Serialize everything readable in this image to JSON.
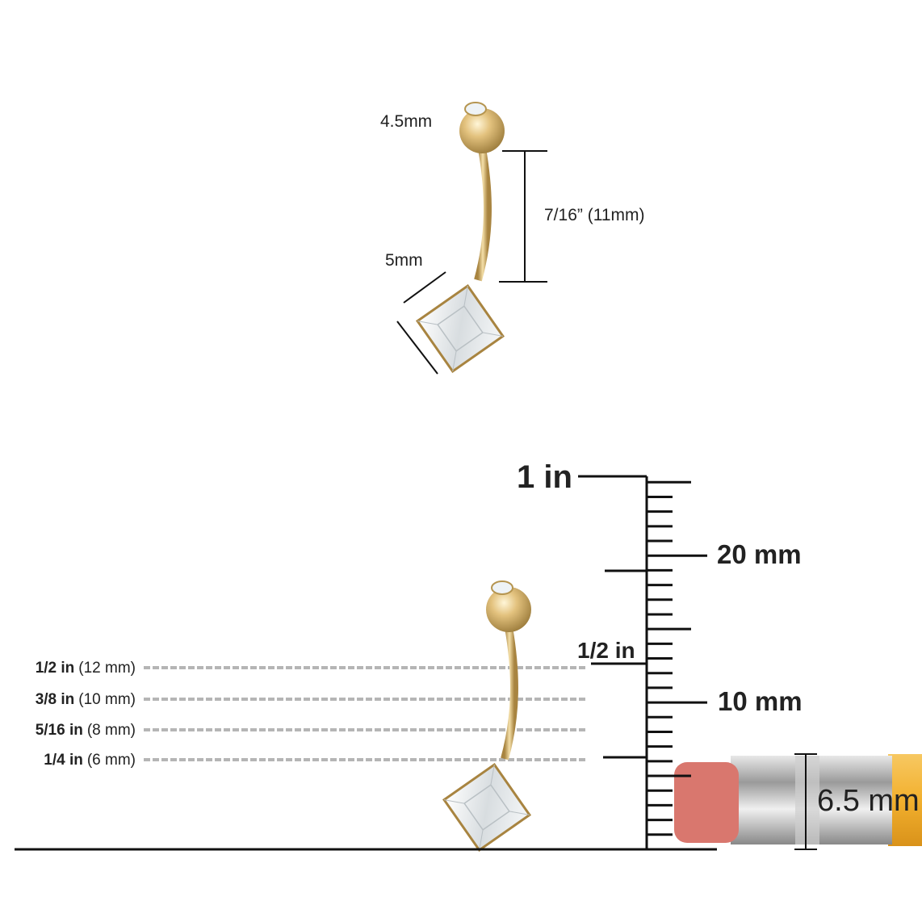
{
  "top_diagram": {
    "ball_label": "4.5mm",
    "bar_label": "7/16” (11mm)",
    "gem_label": "5mm"
  },
  "size_guide": {
    "lengths": [
      {
        "inch": "1/2 in",
        "mm": "(12 mm)"
      },
      {
        "inch": "3/8 in",
        "mm": "(10 mm)"
      },
      {
        "inch": "5/16 in",
        "mm": "(8 mm)"
      },
      {
        "inch": "1/4 in",
        "mm": "(6 mm)"
      }
    ]
  },
  "ruler": {
    "inch_label": "1 in",
    "half_inch_label": "1/2 in",
    "mm20_label": "20 mm",
    "mm10_label": "10 mm",
    "total_mm": 25.4
  },
  "pencil": {
    "diameter_label": "6.5 mm"
  },
  "colors": {
    "gold": "#d9b46a",
    "eraser": "#d9776e",
    "ferrule": "#c9c9c9",
    "pencil_body": "#f2b33a",
    "dash": "#b5b5b5"
  }
}
